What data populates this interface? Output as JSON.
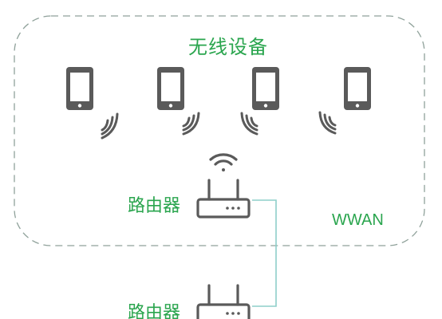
{
  "diagram": {
    "group_label": "无线设备",
    "router_upper_label": "路由器",
    "router_lower_label": "路由器",
    "network_label": "WWAN",
    "device_count": 4
  },
  "colors": {
    "accent": "#2aa54e",
    "icon": "#5a5a5a",
    "boundary": "#8fa19a",
    "link": "#8ecfca"
  },
  "icons": {
    "device": "smartphone-icon",
    "signal": "wifi-signal-icon",
    "router": "router-icon"
  }
}
